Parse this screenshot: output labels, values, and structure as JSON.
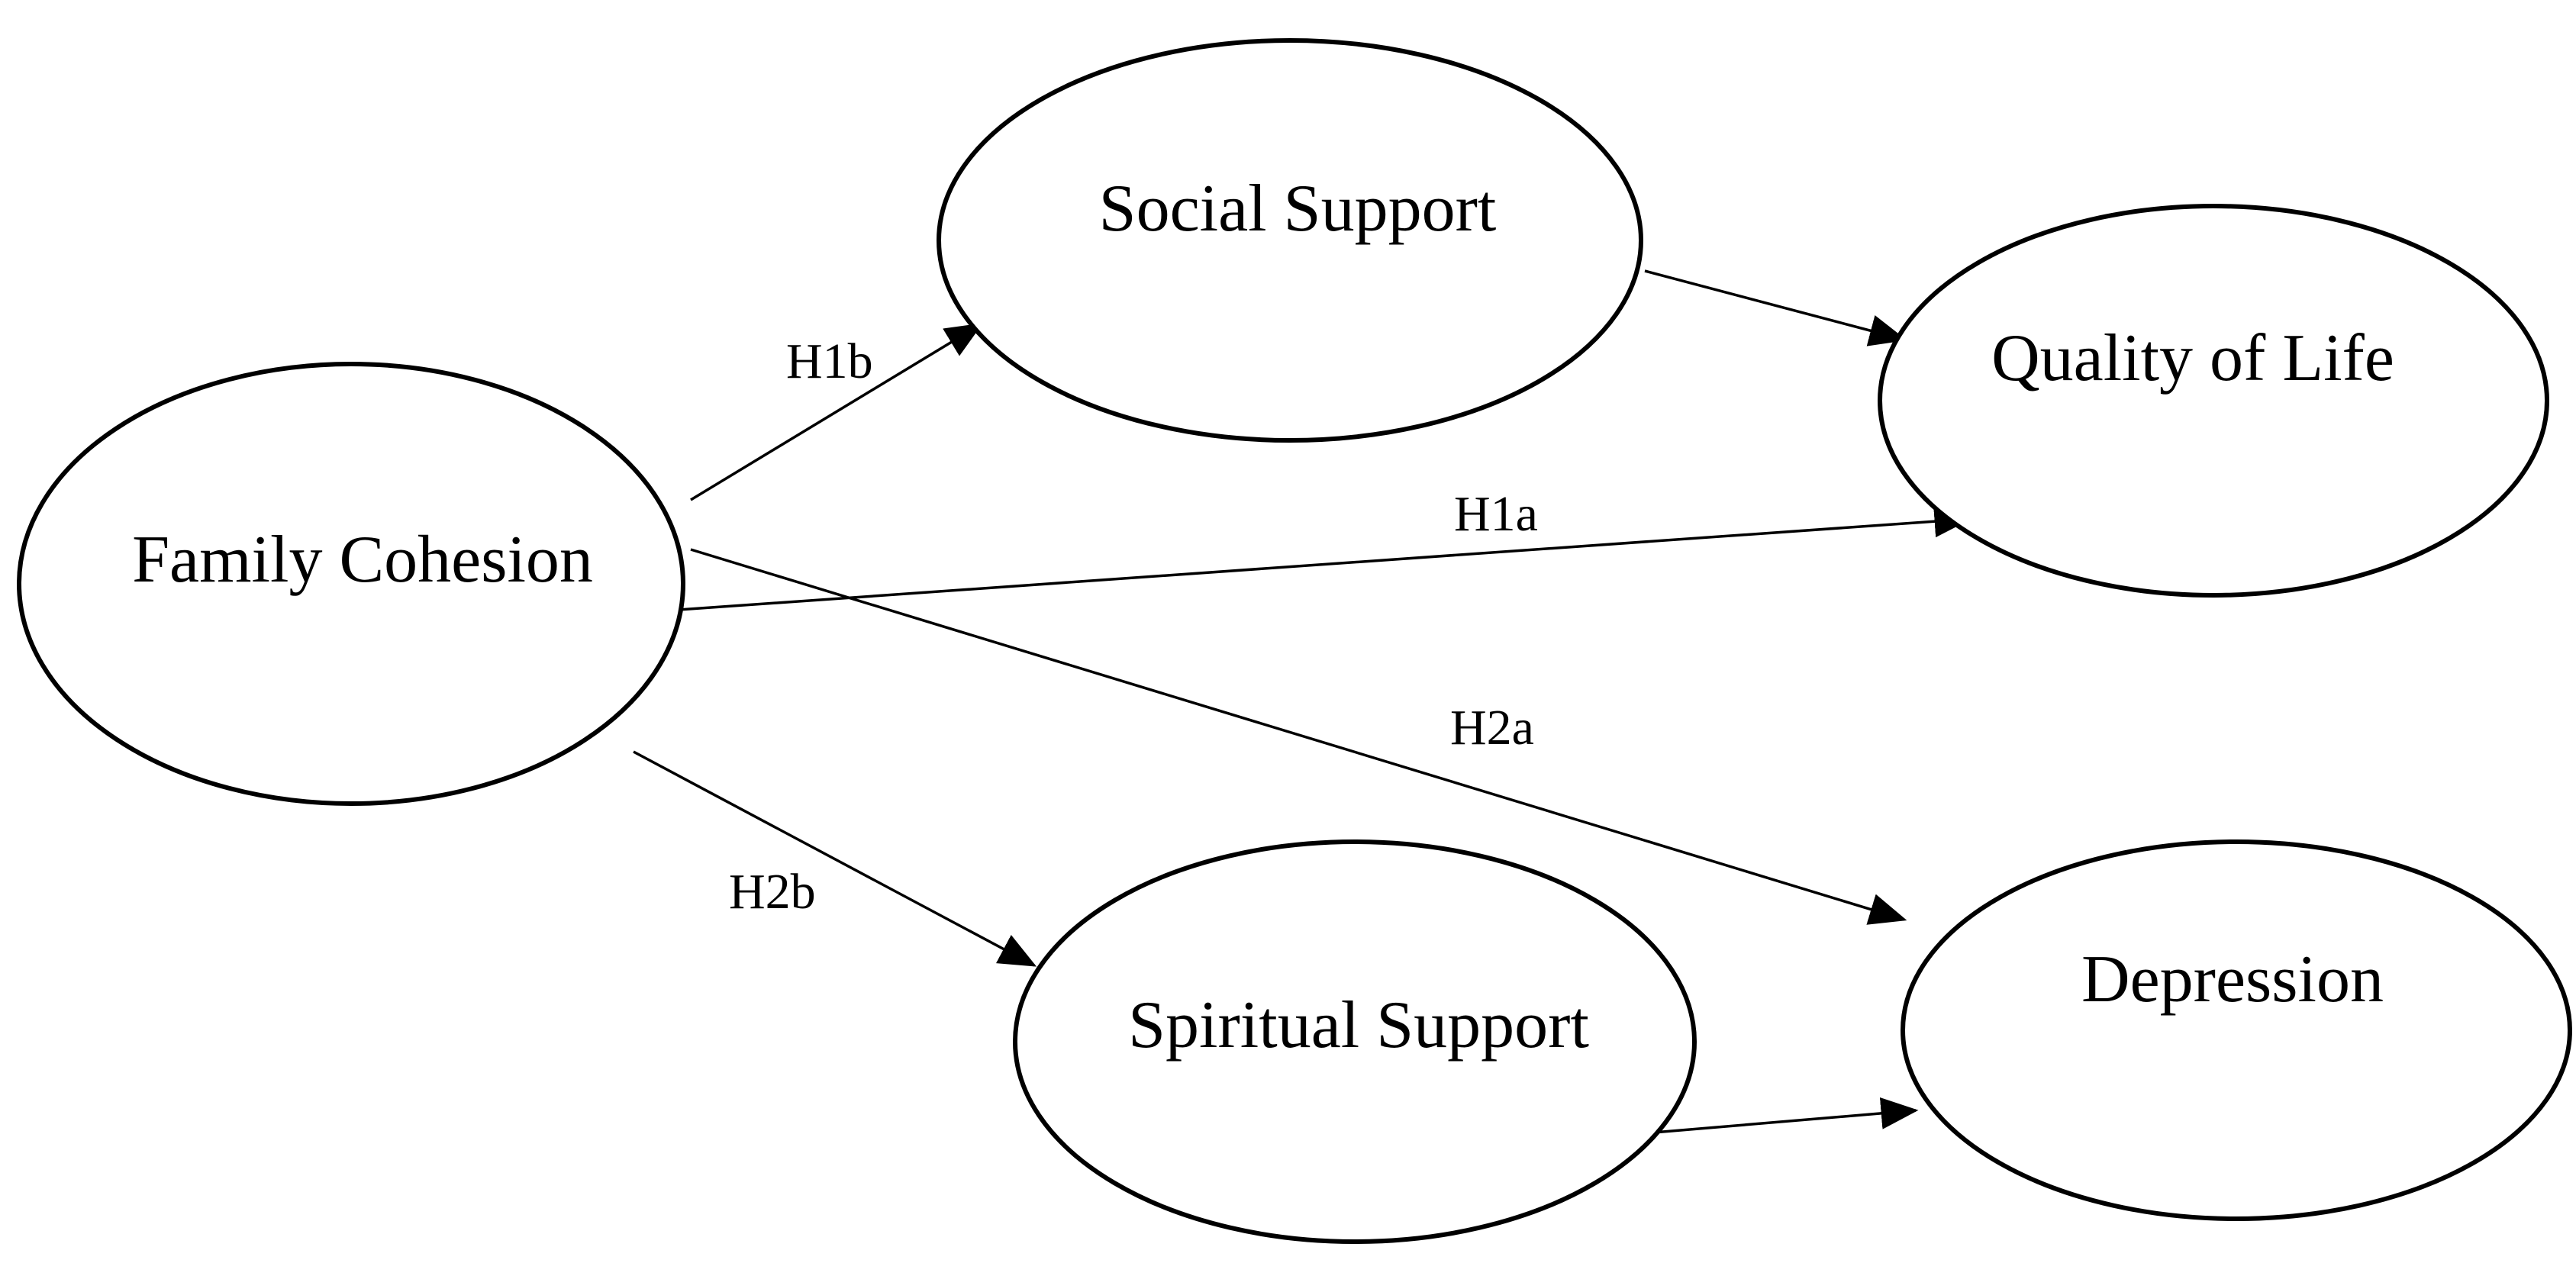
{
  "diagram": {
    "nodes": {
      "family_cohesion": "Family Cohesion",
      "social_support": "Social Support",
      "quality_of_life": "Quality of Life",
      "spiritual_support": "Spiritual Support",
      "depression": "Depression"
    },
    "edge_labels": {
      "h1a": "H1a",
      "h1b": "H1b",
      "h2a": "H2a",
      "h2b": "H2b"
    },
    "colors": {
      "stroke": "#000000",
      "background": "#ffffff"
    }
  }
}
